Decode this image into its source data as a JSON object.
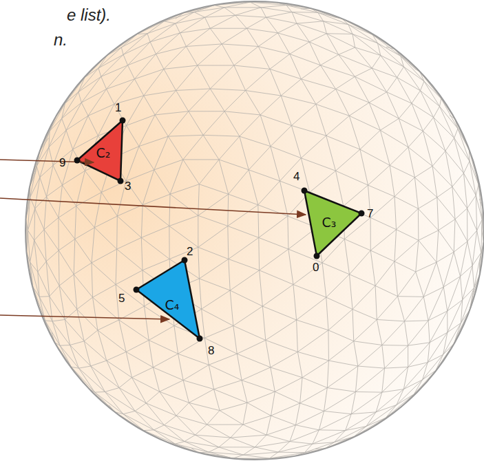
{
  "diagram": {
    "nodes": [
      {
        "text": [
          "C₂"
        ]
      },
      {
        "text": [
          "C₃"
        ]
      },
      {
        "text": [
          "C₄"
        ]
      }
    ],
    "labels": [
      "e list).",
      "n.",
      "1",
      "9",
      "3",
      "4",
      "7",
      "0",
      "2",
      "5",
      "8"
    ]
  }
}
